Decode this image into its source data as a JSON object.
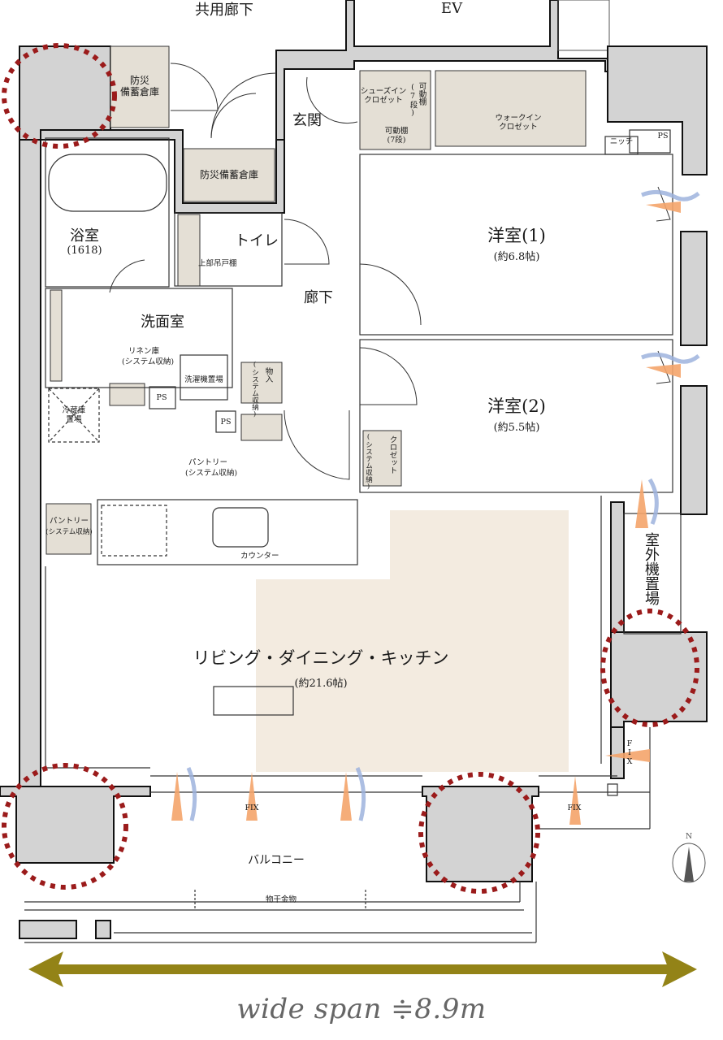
{
  "plan": {
    "labels": {
      "common_corridor": "共用廊下",
      "elevator": "EV",
      "disaster_storage_1": [
        "防災",
        "備蓄倉庫"
      ],
      "disaster_storage_2": "防災備蓄倉庫",
      "entrance": "玄関",
      "shoes_in_closet": [
        "シューズイン",
        "クロゼット"
      ],
      "movable_shelf_vertical": "可動棚",
      "movable_shelf_steps_vertical": "(7段)",
      "movable_shelf": "可動棚",
      "movable_shelf_steps": "(7段)",
      "walk_in_closet": [
        "ウォークイン",
        "クロゼット"
      ],
      "niche": "ニッチ",
      "ps": "PS",
      "bathroom": "浴室",
      "bathroom_size": "(1618)",
      "toilet": "トイレ",
      "upper_cabinet": "上部吊戸棚",
      "hallway": "廊下",
      "western_room_1": "洋室(1)",
      "western_room_1_size": "(約6.8帖)",
      "western_room_2": "洋室(2)",
      "western_room_2_size": "(約5.5帖)",
      "washroom": "洗面室",
      "linen_storage": "リネン庫",
      "system_storage_paren": "(システム収納)",
      "laundry_space": "洗濯機置場",
      "storage": "物入",
      "system_storage_vertical": "(システム収納)",
      "fridge_space": [
        "冷蔵庫",
        "置場"
      ],
      "pantry": "パントリー",
      "closet": "クロゼット",
      "outdoor_unit_space": "室外機置場",
      "counter": "カウンター",
      "ldk": "リビング・ダイニング・キッチン",
      "ldk_size": "(約21.6帖)",
      "fix": "FIX",
      "fix_vertical": "FIX",
      "balcony": "バルコニー",
      "clothes_hanger": "物干金物",
      "north": "N"
    },
    "wide_span": "wide span ≑8.9m"
  },
  "colors": {
    "wall": "#d3d3d3",
    "storage_fill": "#e4dfd5",
    "ldk_highlight": "#f3ebe0",
    "pillar_marker": "#9b1b1b",
    "airflow_orange": "#f4a46a",
    "airflow_blue": "#9db3dd",
    "span_arrow": "#938317",
    "line": "#333333"
  }
}
